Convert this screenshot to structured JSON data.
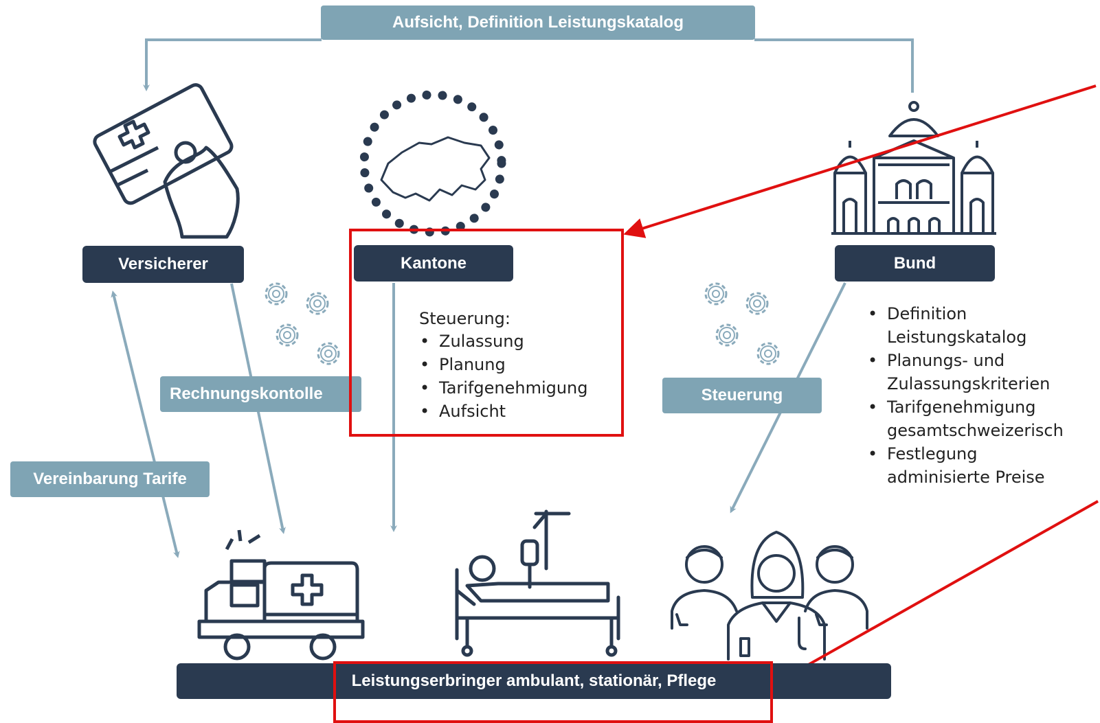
{
  "top_banner": "Aufsicht, Definition Leistungskatalog",
  "actors": {
    "versicherer": "Versicherer",
    "kantone": "Kantone",
    "bund": "Bund"
  },
  "flow_labels": {
    "rechnungskontrolle": "Rechnungskontolle",
    "vereinbarung_tarife": "Vereinbarung Tarife",
    "steuerung": "Steuerung"
  },
  "kantone_details": {
    "heading": "Steuerung:",
    "items": [
      "Zulassung",
      "Planung",
      "Tarifgenehmigung",
      "Aufsicht"
    ]
  },
  "bund_details": {
    "items": [
      [
        "Definition",
        "Leistungskatalog"
      ],
      [
        "Planungs- und",
        "Zulassungskriterien"
      ],
      [
        "Tarifgenehmigung",
        "gesamtschweizerisch"
      ],
      [
        "Festlegung",
        "adminisierte Preise"
      ]
    ]
  },
  "bottom_banner": "Leistungserbringer ambulant, stationär, Pflege",
  "colors": {
    "dark_box": "#2a3a50",
    "light_box": "#7fa4b4",
    "arrow": "#8aaabb",
    "icon_stroke": "#2a3a50",
    "highlight": "#e01010"
  },
  "icons": [
    "insurance-card-icon",
    "switzerland-map-icon",
    "federal-palace-icon",
    "gears-icon",
    "ambulance-icon",
    "hospital-bed-icon",
    "doctors-icon"
  ]
}
